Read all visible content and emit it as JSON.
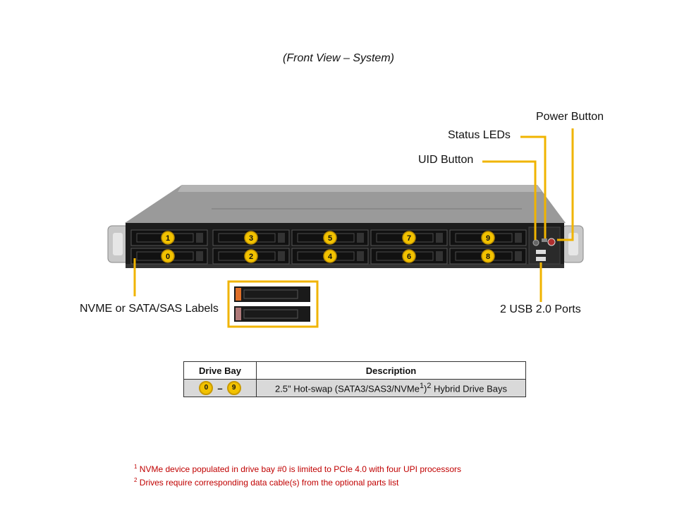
{
  "caption": "(Front View – System)",
  "callouts": {
    "power_button": "Power Button",
    "status_leds": "Status LEDs",
    "uid_button": "UID Button",
    "drive_labels": "NVME or SATA/SAS Labels",
    "usb_ports": "2 USB 2.0 Ports"
  },
  "drive_bays": {
    "top_row": [
      "1",
      "3",
      "5",
      "7",
      "9"
    ],
    "bottom_row": [
      "0",
      "2",
      "4",
      "6",
      "8"
    ]
  },
  "table": {
    "headers": [
      "Drive Bay",
      "Description"
    ],
    "row": {
      "bay_start": "0",
      "bay_separator": "–",
      "bay_end": "9",
      "description_prefix": "2.5\" Hot-swap (SATA3/SAS3/NVMe",
      "description_sup1": "1",
      "description_mid": ")",
      "description_sup2": "2",
      "description_suffix": " Hybrid Drive Bays"
    }
  },
  "footnotes": [
    {
      "mark": "1",
      "text": "NVMe device populated in drive bay #0 is limited to PCIe 4.0 with four UPI processors"
    },
    {
      "mark": "2",
      "text": "Drives require corresponding data cable(s) from the optional parts list"
    }
  ],
  "colors": {
    "callout_line": "#f0b400",
    "bubble_fill": "#f2c200",
    "footnote_text": "#c00000",
    "chassis_dark": "#1a1a1a",
    "chassis_top": "#8e8e8e"
  }
}
